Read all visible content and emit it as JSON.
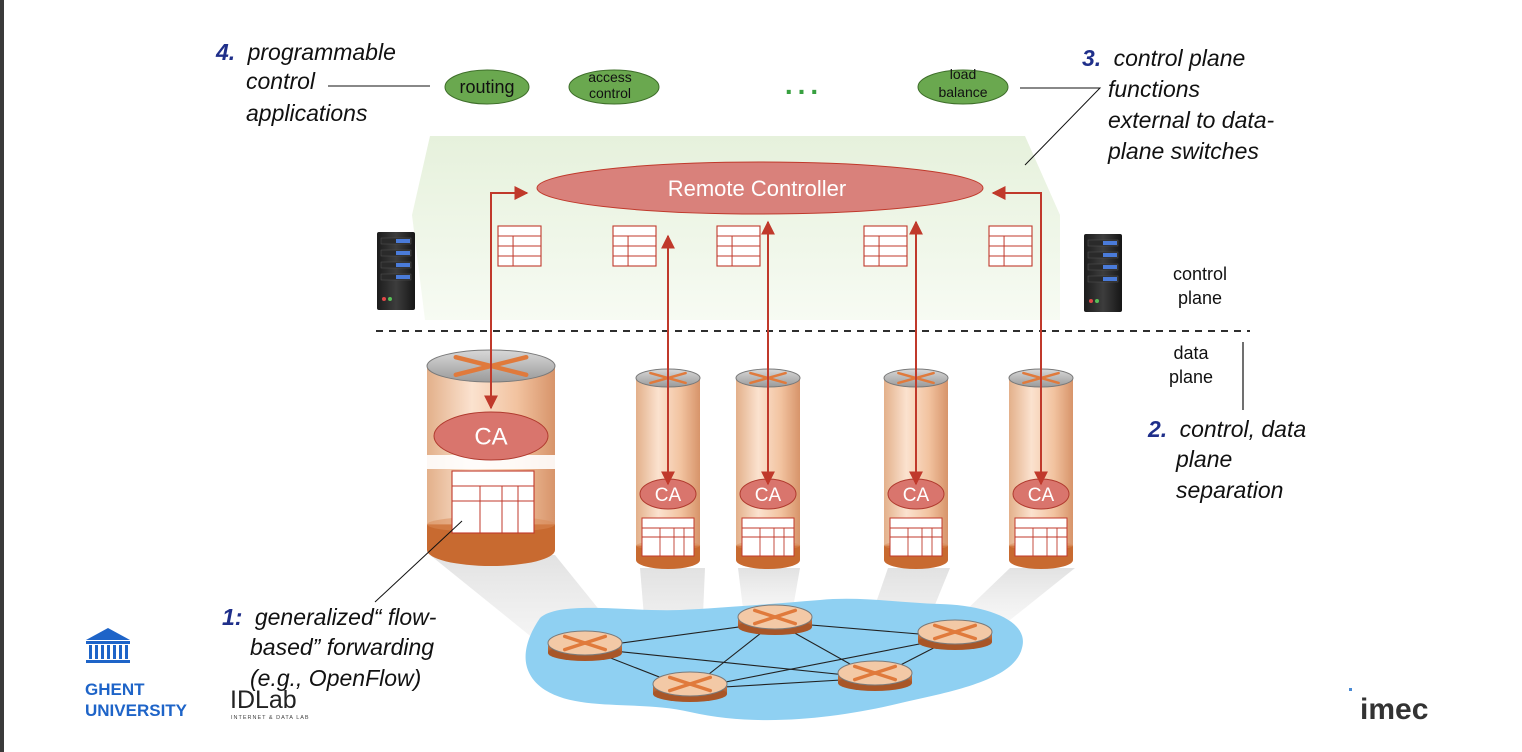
{
  "annotations": {
    "a4": {
      "num": "4.",
      "lines": [
        "programmable",
        "control",
        "applications"
      ]
    },
    "a3": {
      "num": "3.",
      "lines": [
        "control plane",
        "functions",
        "external to data-",
        "plane switches"
      ]
    },
    "a2": {
      "num": "2.",
      "lines": [
        "control, data",
        "plane",
        "separation"
      ]
    },
    "a1": {
      "num": "1:",
      "lines": [
        "generalized“ flow-",
        "based” forwarding",
        "(e.g., OpenFlow)"
      ]
    }
  },
  "apps": {
    "routing": [
      "routing"
    ],
    "access": [
      "access",
      "control"
    ],
    "ellipsis": "...",
    "load": [
      "load",
      "balance"
    ]
  },
  "controller": "Remote Controller",
  "planes": {
    "control": [
      "control",
      "plane"
    ],
    "data": [
      "data",
      "plane"
    ]
  },
  "agent": "CA",
  "logos": {
    "ghent": [
      "GHENT",
      "UNIVERSITY"
    ],
    "idlab": "IDLab",
    "idlab_sub": "INTERNET & DATA LAB",
    "imec": "imec"
  },
  "colors": {
    "annotation_number": "#1f2f8a",
    "app_green": "#6aa84f",
    "controller_fill": "#d9817b",
    "arrow_red": "#c0392b",
    "control_plane_bg": "#e2efd6",
    "network_blue": "#8fd0f2",
    "router_orange": "#e9a070"
  }
}
